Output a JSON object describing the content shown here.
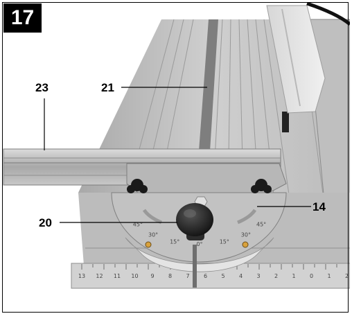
{
  "figure": {
    "number": "17",
    "callouts": {
      "c23": "23",
      "c21": "21",
      "c20": "20",
      "c14": "14"
    },
    "protractor_scale": [
      "45°",
      "30°",
      "15°",
      "0°",
      "15°",
      "30°",
      "45°"
    ],
    "ruler_numbers": [
      "13",
      "12",
      "11",
      "10",
      "9",
      "8",
      "7",
      "6",
      "5",
      "4",
      "3",
      "2",
      "1",
      "0",
      "1",
      "2"
    ],
    "colors": {
      "badge": "#000000",
      "aluminum": "#c9c9c9",
      "table_dark": "#b5b5b5",
      "protractor": "#bdbdbd"
    }
  }
}
